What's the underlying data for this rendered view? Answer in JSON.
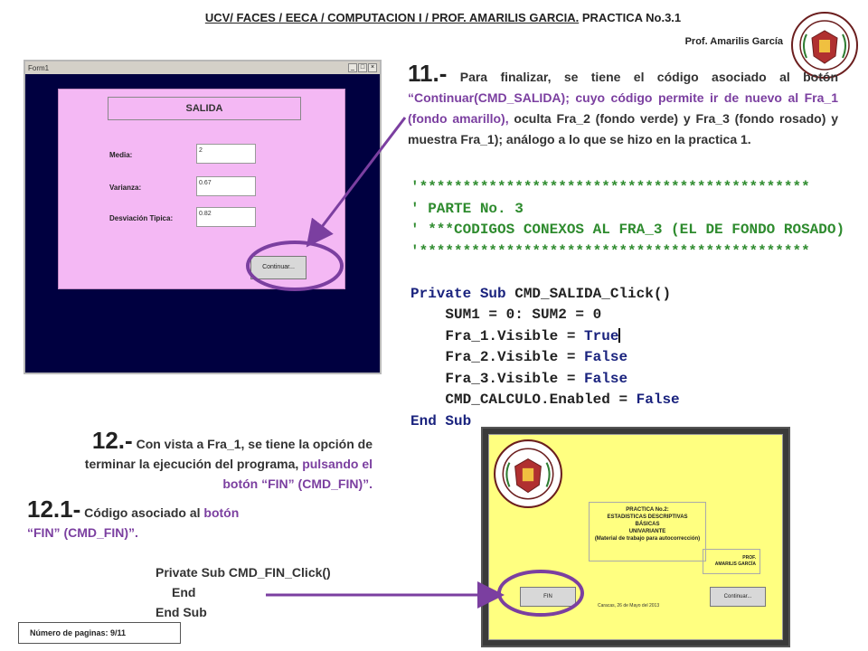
{
  "header": {
    "title_underlined": "UCV/ FACES / EECA / COMPUTACION I / PROF. AMARILIS GARCIA.",
    "title_rest": " PRACTICA No.3.1",
    "prof": "Prof. Amarilis García"
  },
  "screen_salida": {
    "window_title": "Form1",
    "window_controls": [
      "_",
      "□",
      "×"
    ],
    "frame_title": "SALIDA",
    "fields": [
      {
        "label": "Media:",
        "value": "2"
      },
      {
        "label": "Varianza:",
        "value": "0.67"
      },
      {
        "label": "Desviación Tipica:",
        "value": "0.82"
      }
    ],
    "button": "Continuar..."
  },
  "step11": {
    "number": "11.-",
    "text_black_1": " Para finalizar, se tiene el código asociado al botón ",
    "text_purple": "“Continuar(CMD_SALIDA); cuyo código permite ir de nuevo al Fra_1 (fondo amarillo),",
    "text_black_2": " oculta Fra_2 (fondo verde) y Fra_3 (fondo rosado) y muestra Fra_1); análogo a lo que se hizo en la practica 1."
  },
  "code_salida": {
    "stars": "'*********************************************",
    "comment_1": "' PARTE No. 3",
    "comment_2": "' ***CODIGOS CONEXOS AL FRA_3 (EL DE FONDO ROSADO)",
    "sub_kw": "Private Sub",
    "sub_name": " CMD_SALIDA_Click()",
    "lines": [
      {
        "id": "    SUM1 = 0: SUM2 = 0",
        "val": ""
      },
      {
        "id": "    Fra_1.Visible = ",
        "val": "True"
      },
      {
        "id": "    Fra_2.Visible = ",
        "val": "False"
      },
      {
        "id": "    Fra_3.Visible = ",
        "val": "False"
      },
      {
        "id": "    CMD_CALCULO.Enabled = ",
        "val": "False"
      }
    ],
    "end": "End Sub"
  },
  "step12": {
    "number": "12.-",
    "text_black": " Con vista a Fra_1, se tiene la opción de terminar la ejecución del programa,",
    "text_purple": " pulsando el botón “FIN” (CMD_FIN)”."
  },
  "step121": {
    "number": "12.1-",
    "text_black_1": " Código asociado al ",
    "text_purple": "botón “FIN” (CMD_FIN)”."
  },
  "code_fin": {
    "line1": "Private Sub CMD_FIN_Click()",
    "line2": "End",
    "line3": "End Sub"
  },
  "screen_inicio": {
    "practica_lines": [
      "PRACTICA No.2:",
      "ESTADISTICAS DESCRIPTIVAS",
      "BÁSICAS",
      "UNIVARIANTE",
      "(Material de trabajo para autocorrección)"
    ],
    "prof_lines": [
      "PROF.",
      "AMARILIS GARCÍA"
    ],
    "btn_fin": "FIN",
    "btn_continuar": "Continuar...",
    "fecha": "Caracas, 26 de Mayo del 2013"
  },
  "page_count": "Número de paginas:  9/11",
  "colors": {
    "purple_highlight": "#7b3fa0",
    "pink_frame": "#f4b8f4",
    "yellow_frame": "#ffff80",
    "navy_bg": "#000040"
  }
}
